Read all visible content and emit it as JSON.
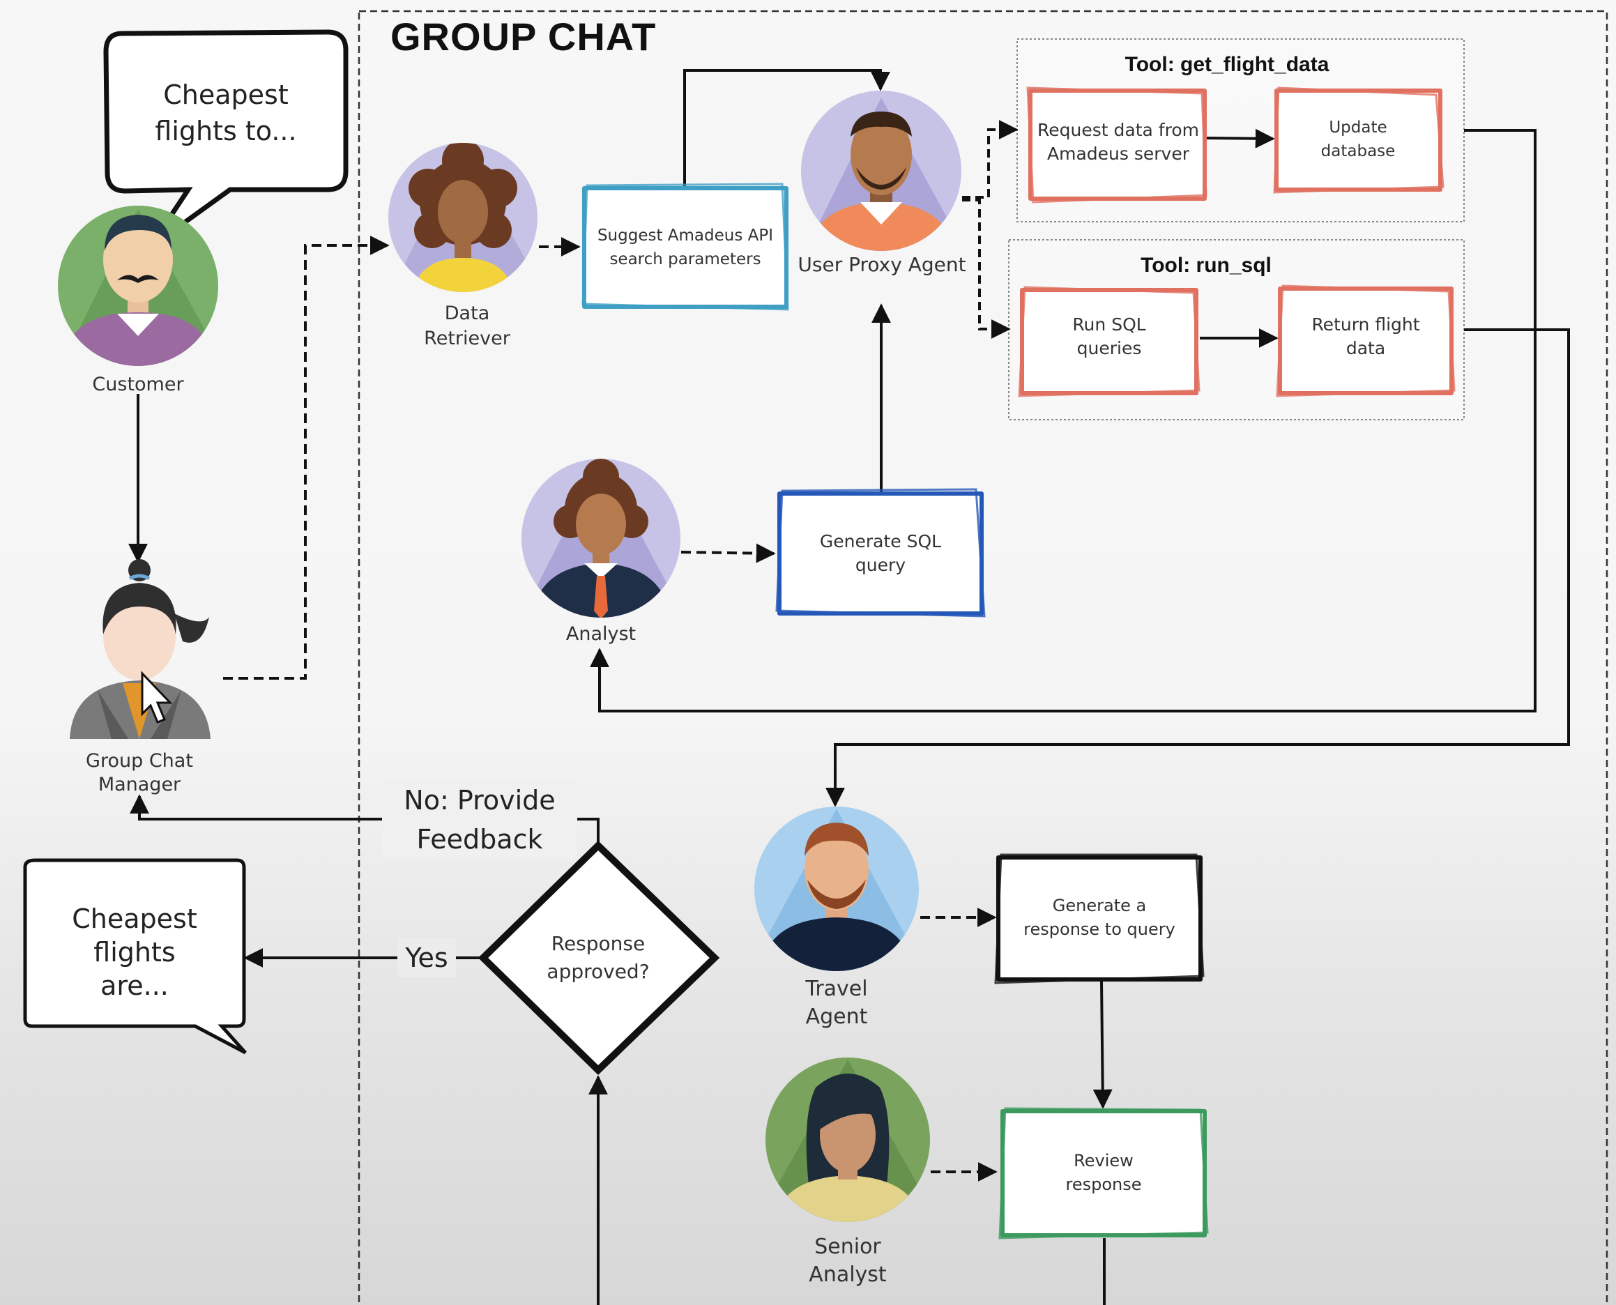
{
  "title": "GROUP CHAT",
  "bubbles": {
    "customer_request": "Cheapest\nflights to...",
    "final_answer": "Cheapest flights\nare..."
  },
  "roles": {
    "customer": "Customer",
    "group_chat_manager": "Group Chat\nManager",
    "data_retriever": "Data\nRetriever",
    "user_proxy_agent": "User Proxy Agent",
    "analyst": "Analyst",
    "travel_agent": "Travel\nAgent",
    "senior_analyst": "Senior\nAnalyst"
  },
  "boxes": {
    "suggest_api": "Suggest Amadeus API\nsearch parameters",
    "generate_sql": "Generate SQL\nquery",
    "request_data": "Request data from\nAmadeus server",
    "update_db": "Update\ndatabase",
    "run_sql": "Run SQL\nqueries",
    "return_flight": "Return flight\ndata",
    "generate_response": "Generate a\nresponse to query",
    "review_response": "Review\nresponse"
  },
  "tools": {
    "get_flight_data": "Tool: get_flight_data",
    "run_sql": "Tool: run_sql"
  },
  "decision": {
    "question": "Response\napproved?",
    "no_label": "No: Provide\nFeedback",
    "yes_label": "Yes"
  },
  "colors": {
    "api_box": "#3f9fc4",
    "sql_box": "#2457b8",
    "tool_box": "#e07060",
    "response_box": "#111111",
    "review_box": "#3c9a5e"
  }
}
